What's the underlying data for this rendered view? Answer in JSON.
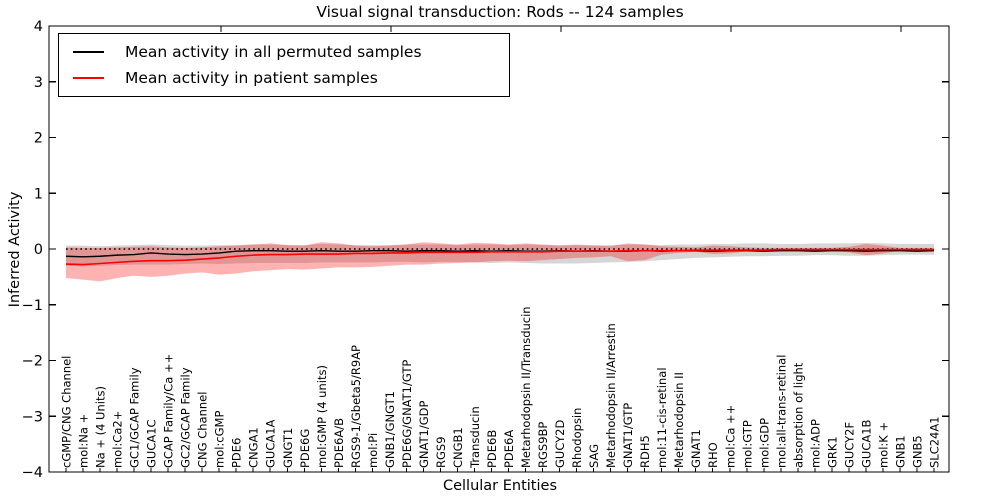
{
  "figure": {
    "kind": "matplotlib-line-chart"
  },
  "chart_data": {
    "type": "line",
    "title": "Visual signal transduction: Rods -- 124 samples",
    "xlabel": "Cellular Entities",
    "ylabel": "Inferred Activity",
    "ylim": [
      -4,
      4
    ],
    "yticks": [
      4,
      3,
      2,
      1,
      0,
      -1,
      -2,
      -3,
      -4
    ],
    "grid": false,
    "legend_position": "upper left",
    "zero_line": {
      "style": "dotted",
      "color": "#000000",
      "y": 0
    },
    "categories": [
      "cGMP/CNG Channel",
      "mol:Na +",
      "Na + (4 Units)",
      "mol:Ca2+",
      "GC1/GCAP Family",
      "GUCA1C",
      "GCAP Family/Ca ++",
      "GC2/GCAP Family",
      "CNG Channel",
      "mol:cGMP",
      "PDE6",
      "CNGA1",
      "GUCA1A",
      "GNGT1",
      "PDE6G",
      "mol:GMP (4 units)",
      "PDE6A/B",
      "RGS9-1/Gbeta5/R9AP",
      "mol:Pi",
      "GNB1/GNGT1",
      "PDE6G/GNAT1/GTP",
      "GNAT1/GDP",
      "RGS9",
      "CNGB1",
      "Transducin",
      "PDE6B",
      "PDE6A",
      "Metarhodopsin II/Transducin",
      "RGS9BP",
      "GUCY2D",
      "Rhodopsin",
      "SAG",
      "Metarhodopsin II/Arrestin",
      "GNAT1/GTP",
      "RDH5",
      "mol:11-cis-retinal",
      "Metarhodopsin II",
      "GNAT1",
      "RHO",
      "mol:Ca ++",
      "mol:GTP",
      "mol:GDP",
      "mol:all-trans-retinal",
      "absorption of light",
      "mol:ADP",
      "GRK1",
      "GUCY2F",
      "GUCA1B",
      "mol:K +",
      "GNB1",
      "GNB5",
      "SLC24A1"
    ],
    "series": [
      {
        "name": "Mean activity in all permuted samples",
        "color": "#000000",
        "values": [
          -0.13,
          -0.14,
          -0.13,
          -0.11,
          -0.1,
          -0.07,
          -0.09,
          -0.1,
          -0.09,
          -0.07,
          -0.04,
          -0.03,
          -0.03,
          -0.04,
          -0.04,
          -0.03,
          -0.04,
          -0.04,
          -0.03,
          -0.03,
          -0.04,
          -0.03,
          -0.03,
          -0.04,
          -0.03,
          -0.04,
          -0.03,
          -0.04,
          -0.04,
          -0.03,
          -0.04,
          -0.03,
          -0.04,
          -0.04,
          -0.03,
          -0.04,
          -0.03,
          -0.03,
          -0.04,
          -0.03,
          -0.03,
          -0.04,
          -0.03,
          -0.03,
          -0.04,
          -0.03,
          -0.03,
          -0.04,
          -0.03,
          -0.03,
          -0.04,
          -0.03
        ]
      },
      {
        "name": "Mean activity in patient samples",
        "color": "#ff0000",
        "values": [
          -0.27,
          -0.28,
          -0.26,
          -0.24,
          -0.22,
          -0.21,
          -0.21,
          -0.2,
          -0.18,
          -0.16,
          -0.13,
          -0.11,
          -0.1,
          -0.1,
          -0.09,
          -0.09,
          -0.09,
          -0.08,
          -0.08,
          -0.07,
          -0.07,
          -0.06,
          -0.06,
          -0.06,
          -0.06,
          -0.05,
          -0.05,
          -0.05,
          -0.05,
          -0.04,
          -0.04,
          -0.04,
          -0.04,
          -0.03,
          -0.03,
          -0.03,
          -0.03,
          -0.02,
          -0.02,
          -0.02,
          -0.02,
          -0.02,
          -0.01,
          -0.01,
          -0.01,
          -0.01,
          -0.01,
          -0.01,
          -0.01,
          -0.01,
          -0.01,
          -0.01
        ]
      }
    ],
    "bands": [
      {
        "name": "permuted-samples-range",
        "color": "#808080",
        "opacity": 0.32,
        "upper": [
          0.06,
          0.06,
          0.05,
          0.06,
          0.07,
          0.08,
          0.07,
          0.06,
          0.06,
          0.07,
          0.07,
          0.08,
          0.08,
          0.07,
          0.07,
          0.09,
          0.08,
          0.07,
          0.07,
          0.07,
          0.08,
          0.08,
          0.08,
          0.07,
          0.08,
          0.08,
          0.07,
          0.08,
          0.07,
          0.07,
          0.08,
          0.07,
          0.07,
          0.08,
          0.08,
          0.07,
          0.08,
          0.08,
          0.09,
          0.09,
          0.1,
          0.1,
          0.09,
          0.09,
          0.1,
          0.1,
          0.1,
          0.11,
          0.1,
          0.09,
          0.09,
          0.09
        ],
        "lower": [
          -0.3,
          -0.31,
          -0.3,
          -0.29,
          -0.28,
          -0.28,
          -0.28,
          -0.27,
          -0.26,
          -0.27,
          -0.26,
          -0.25,
          -0.25,
          -0.25,
          -0.25,
          -0.24,
          -0.24,
          -0.24,
          -0.24,
          -0.23,
          -0.23,
          -0.24,
          -0.23,
          -0.23,
          -0.24,
          -0.25,
          -0.24,
          -0.25,
          -0.26,
          -0.26,
          -0.26,
          -0.25,
          -0.24,
          -0.23,
          -0.22,
          -0.2,
          -0.18,
          -0.16,
          -0.15,
          -0.14,
          -0.13,
          -0.13,
          -0.12,
          -0.12,
          -0.11,
          -0.11,
          -0.12,
          -0.12,
          -0.11,
          -0.1,
          -0.1,
          -0.1
        ]
      },
      {
        "name": "patient-samples-range",
        "color": "#ff0000",
        "opacity": 0.3,
        "upper": [
          0.03,
          0.02,
          0.02,
          0.03,
          0.04,
          0.05,
          0.03,
          0.02,
          0.03,
          0.05,
          0.06,
          0.08,
          0.1,
          0.07,
          0.06,
          0.12,
          0.1,
          0.06,
          0.05,
          0.06,
          0.08,
          0.12,
          0.1,
          0.08,
          0.11,
          0.1,
          0.08,
          0.1,
          0.08,
          0.06,
          0.07,
          0.06,
          0.05,
          0.1,
          0.08,
          0.05,
          0.04,
          0.03,
          0.06,
          0.05,
          0.03,
          0.02,
          0.02,
          0.02,
          0.02,
          0.02,
          0.04,
          0.09,
          0.06,
          0.02,
          0.02,
          0.02
        ],
        "lower": [
          -0.52,
          -0.55,
          -0.58,
          -0.52,
          -0.48,
          -0.5,
          -0.48,
          -0.44,
          -0.42,
          -0.46,
          -0.44,
          -0.4,
          -0.38,
          -0.36,
          -0.37,
          -0.35,
          -0.33,
          -0.33,
          -0.32,
          -0.3,
          -0.28,
          -0.28,
          -0.26,
          -0.25,
          -0.24,
          -0.22,
          -0.21,
          -0.22,
          -0.2,
          -0.18,
          -0.16,
          -0.15,
          -0.13,
          -0.22,
          -0.2,
          -0.1,
          -0.07,
          -0.05,
          -0.09,
          -0.08,
          -0.04,
          -0.04,
          -0.03,
          -0.03,
          -0.03,
          -0.03,
          -0.06,
          -0.11,
          -0.08,
          -0.03,
          -0.03,
          -0.03
        ]
      }
    ]
  }
}
